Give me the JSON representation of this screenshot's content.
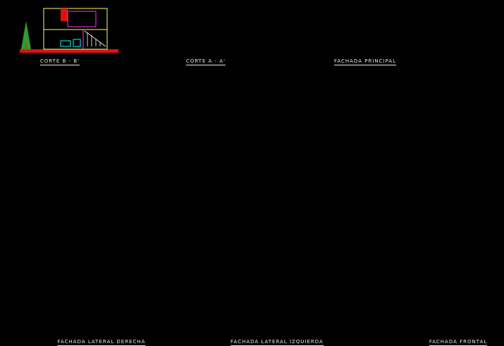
{
  "labels": {
    "corte_bb": "CORTE B - B'",
    "corte_aa": "CORTE A - A'",
    "fachada_principal": "FACHADA PRINCIPAL",
    "fachada_lateral_derecha": "FACHADA LATERAL DERECHA",
    "fachada_lateral_izquierda": "FACHADA LATERAL IZQUIERDA",
    "fachada_frontal": "FACHADA FRONTAL"
  },
  "colors": {
    "background": "#000000",
    "ground": "#e01010",
    "wall": "#ffff60",
    "magenta": "#ff33ff",
    "glass": "#2a3cff",
    "tree": "#2f9e2f",
    "line": "#ffffff",
    "cyan": "#00ffff",
    "roof": "#4040ff"
  }
}
